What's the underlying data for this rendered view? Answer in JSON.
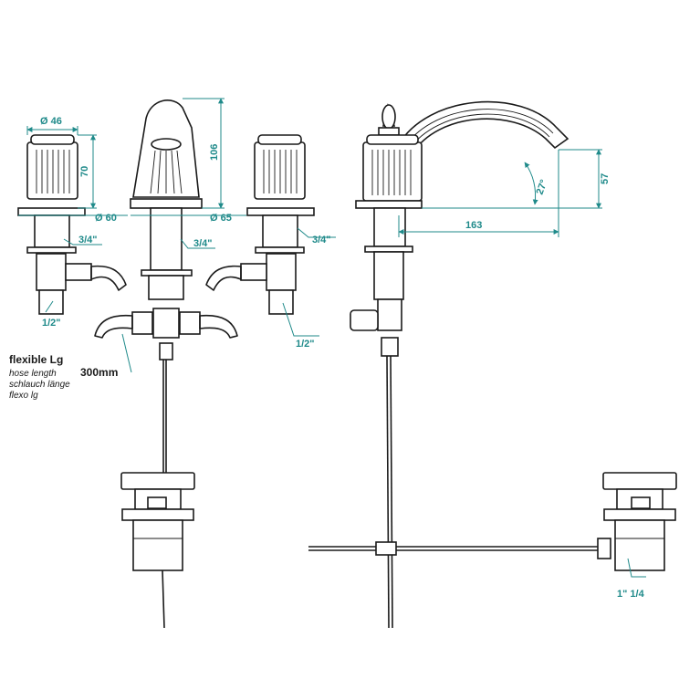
{
  "dimensions": {
    "handle_diameter": "Ø 46",
    "handle_height": "70",
    "handle_base_diameter": "Ø 60",
    "spout_height": "106",
    "spout_base_diameter": "Ø 65",
    "spout_reach": "163",
    "spout_clearance": "57",
    "spout_angle": "27°"
  },
  "connections": {
    "left_valve_thread": "3/4\"",
    "center_thread": "3/4\"",
    "right_valve_thread": "3/4\"",
    "left_inlet": "1/2\"",
    "right_inlet": "1/2\"",
    "waste_outlet": "1\" 1/4"
  },
  "hose_note": {
    "title": "flexible Lg",
    "lines": [
      "hose length",
      "schlauch länge",
      "flexo lg"
    ],
    "length": "300mm"
  },
  "colors": {
    "dimension": "#1f8a8a",
    "line": "#1a1a1a"
  }
}
